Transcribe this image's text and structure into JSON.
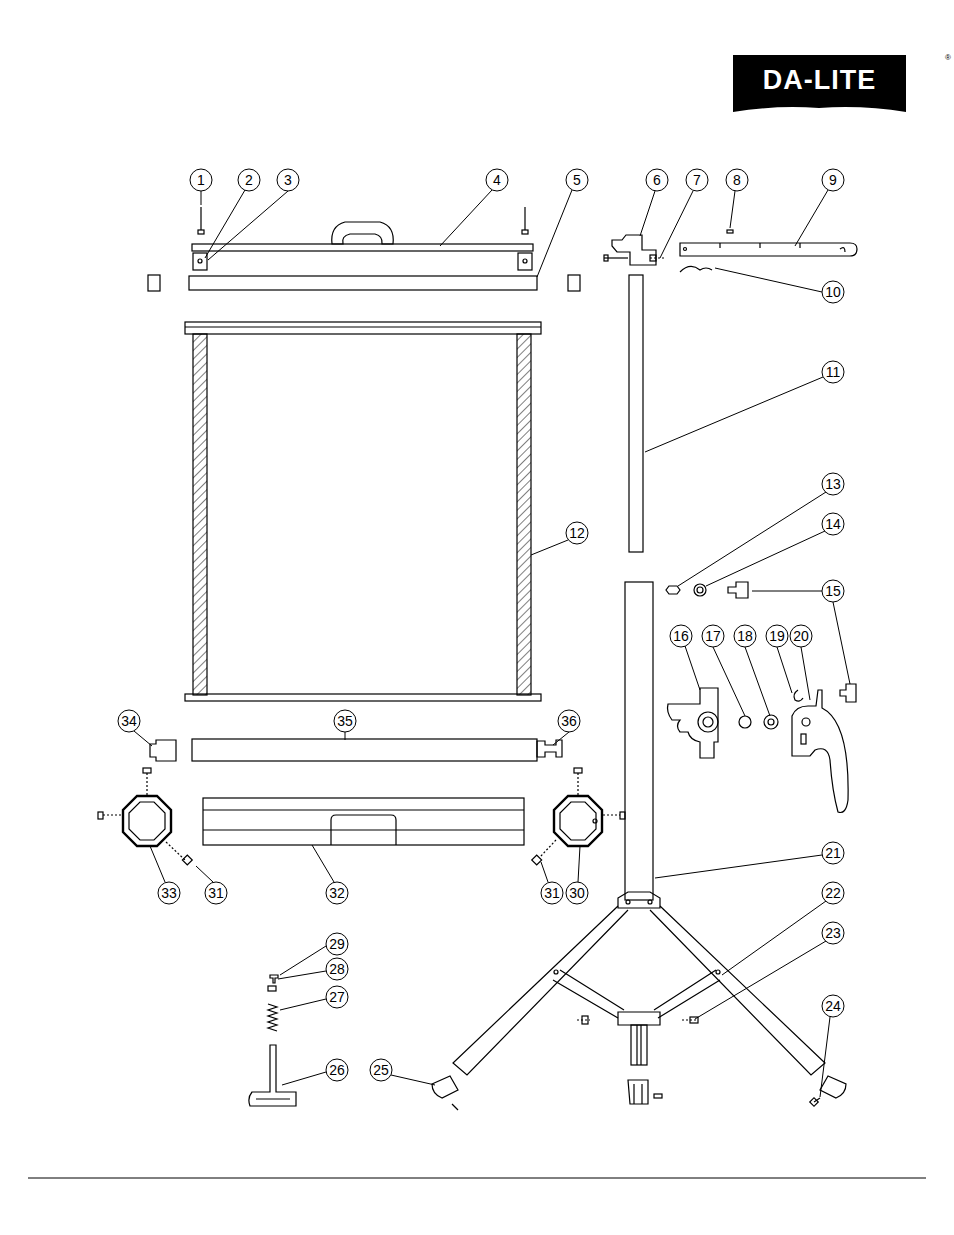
{
  "diagram": {
    "nodes": [
      {
        "text": [
          "DA-LITE"
        ]
      }
    ],
    "labels": [
      "®",
      "1",
      "2",
      "3",
      "4",
      "5",
      "6",
      "7",
      "8",
      "9",
      "10",
      "11",
      "12",
      "13",
      "14",
      "15",
      "16",
      "17",
      "18",
      "19",
      "20",
      "21",
      "22",
      "23",
      "24",
      "25",
      "26",
      "27",
      "28",
      "29",
      "30",
      "31",
      "31",
      "32",
      "33",
      "34",
      "35",
      "36"
    ]
  }
}
